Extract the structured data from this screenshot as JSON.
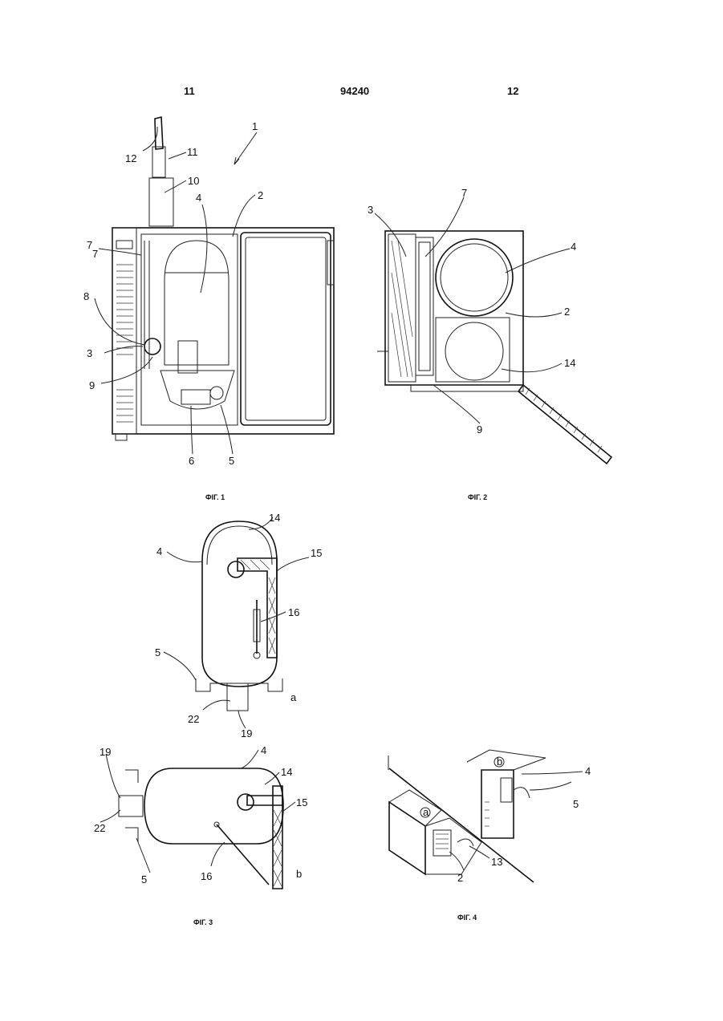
{
  "header": {
    "page_left": "11",
    "patent_number": "94240",
    "page_right": "12"
  },
  "figures": {
    "fig1": {
      "caption": "ФІГ. 1",
      "refs": {
        "r1": "1",
        "r2": "2",
        "r3": "3",
        "r4": "4",
        "r5": "5",
        "r6": "6",
        "r7a": "7",
        "r7b": "7",
        "r8": "8",
        "r9": "9",
        "r10": "10",
        "r11": "11",
        "r12": "12"
      }
    },
    "fig2": {
      "caption": "ФІГ. 2",
      "refs": {
        "r2": "2",
        "r3": "3",
        "r4": "4",
        "r7": "7",
        "r9": "9",
        "r14": "14"
      }
    },
    "fig3": {
      "caption": "ФІГ. 3",
      "refs": {
        "a_r4": "4",
        "a_r5": "5",
        "a_r14": "14",
        "a_r15": "15",
        "a_r16": "16",
        "a_r19": "19",
        "a_r22": "22",
        "a_label": "a",
        "b_r4": "4",
        "b_r5": "5",
        "b_r14": "14",
        "b_r15": "15",
        "b_r16": "16",
        "b_r19": "19",
        "b_r22": "22",
        "b_label": "b"
      }
    },
    "fig4": {
      "caption": "ФІГ. 4",
      "refs": {
        "r2": "2",
        "r4": "4",
        "r5": "5",
        "r13": "13",
        "circ_a": "a",
        "circ_b": "b"
      }
    }
  }
}
